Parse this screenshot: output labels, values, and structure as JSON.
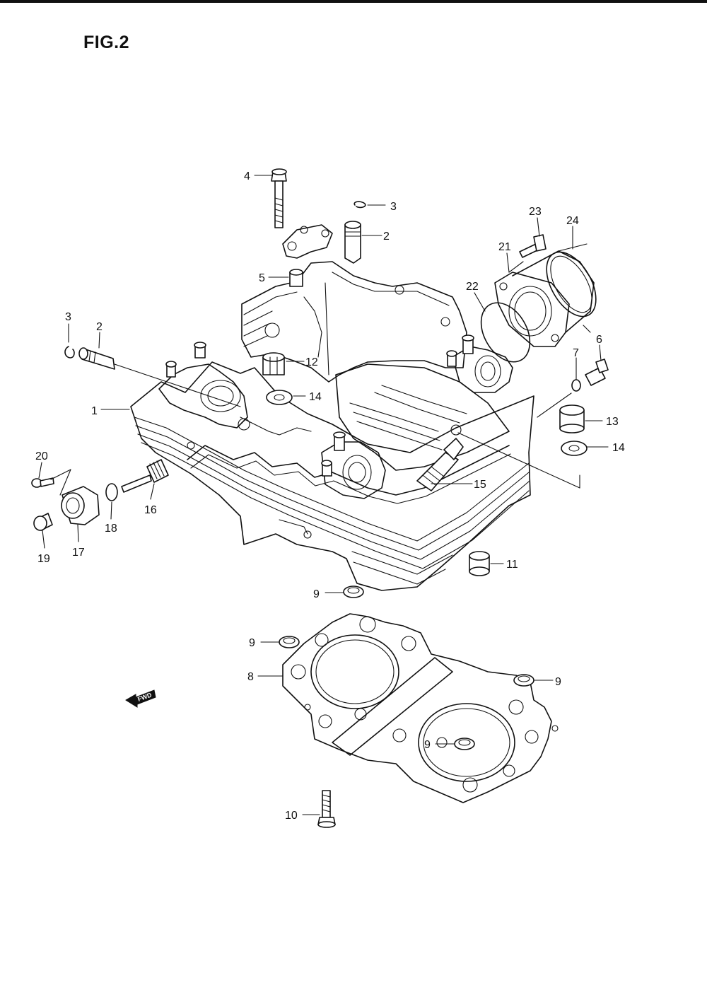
{
  "figure": {
    "title": "FIG.2"
  },
  "direction_marker": {
    "text": "FWD",
    "icon": "forward-arrow-icon"
  },
  "callouts": [
    {
      "id": "1",
      "label": "1"
    },
    {
      "id": "2a",
      "label": "2"
    },
    {
      "id": "2b",
      "label": "2"
    },
    {
      "id": "3a",
      "label": "3"
    },
    {
      "id": "3b",
      "label": "3"
    },
    {
      "id": "4",
      "label": "4"
    },
    {
      "id": "5",
      "label": "5"
    },
    {
      "id": "6",
      "label": "6"
    },
    {
      "id": "7",
      "label": "7"
    },
    {
      "id": "8",
      "label": "8"
    },
    {
      "id": "9a",
      "label": "9"
    },
    {
      "id": "9b",
      "label": "9"
    },
    {
      "id": "9c",
      "label": "9"
    },
    {
      "id": "9d",
      "label": "9"
    },
    {
      "id": "10",
      "label": "10"
    },
    {
      "id": "11",
      "label": "11"
    },
    {
      "id": "12",
      "label": "12"
    },
    {
      "id": "13",
      "label": "13"
    },
    {
      "id": "14a",
      "label": "14"
    },
    {
      "id": "14b",
      "label": "14"
    },
    {
      "id": "15",
      "label": "15"
    },
    {
      "id": "16",
      "label": "16"
    },
    {
      "id": "17",
      "label": "17"
    },
    {
      "id": "18",
      "label": "18"
    },
    {
      "id": "19",
      "label": "19"
    },
    {
      "id": "20",
      "label": "20"
    },
    {
      "id": "21",
      "label": "21"
    },
    {
      "id": "22",
      "label": "22"
    },
    {
      "id": "23",
      "label": "23"
    },
    {
      "id": "24",
      "label": "24"
    }
  ]
}
